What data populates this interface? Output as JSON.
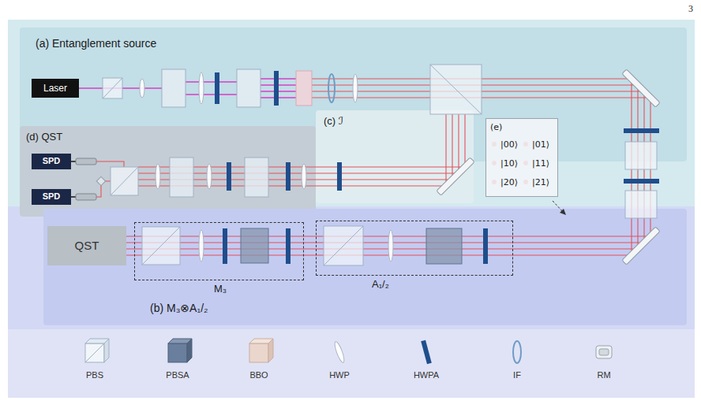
{
  "diagram": {
    "nodes": [
      {
        "text": [
          "(a) Entanglement source"
        ]
      },
      {
        "text": [
          "Laser"
        ],
        "in": 0
      },
      {
        "text": [
          "(d) QST"
        ]
      },
      {
        "text": [
          "SPD"
        ],
        "in": 2
      },
      {
        "text": [
          "SPD"
        ],
        "in": 2
      },
      {
        "text": [
          "(c) ℐ"
        ]
      },
      {
        "text": [
          "(e)",
          "|00⟩",
          "|01⟩",
          "|10⟩",
          "|11⟩",
          "|20⟩",
          "|21⟩"
        ]
      },
      {
        "text": [
          "(b) M₃⊗A₁/₂"
        ]
      },
      {
        "text": [
          "QST"
        ],
        "in": 7
      },
      {
        "text": [
          "M₃"
        ],
        "in": 7
      },
      {
        "text": [
          "A₁/₂"
        ],
        "in": 7
      }
    ],
    "labels": [
      "3"
    ],
    "legend": [
      {
        "text": "PBS"
      },
      {
        "text": "PBSA"
      },
      {
        "text": "BBO"
      },
      {
        "text": "HWP"
      },
      {
        "text": "HWPA"
      },
      {
        "text": "IF"
      },
      {
        "text": "RM"
      }
    ]
  }
}
